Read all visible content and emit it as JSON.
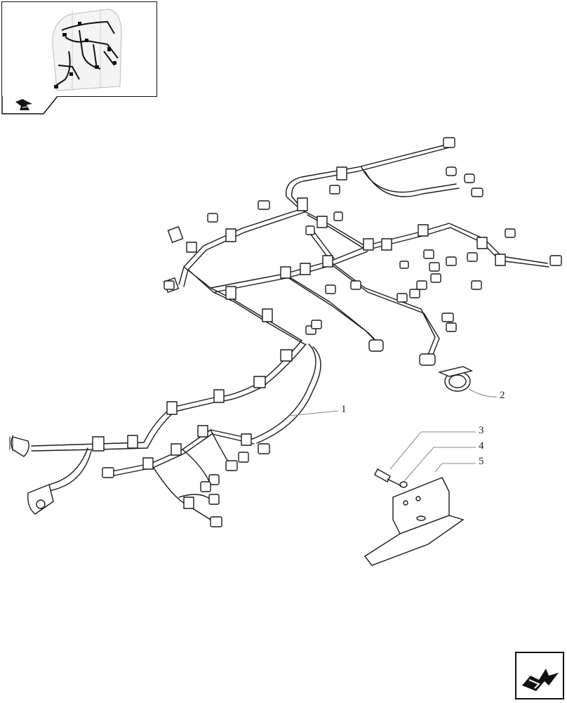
{
  "callouts": [
    {
      "label": "1"
    },
    {
      "label": "2"
    },
    {
      "label": "3"
    },
    {
      "label": "4"
    },
    {
      "label": "5"
    }
  ],
  "icons": {
    "thumbnail": "tractor-cab-wiring-thumbnail",
    "tab": "previous-page-arrow-icon",
    "corner": "next-page-arrow-icon"
  },
  "colors": {
    "line": "#1a1a1a",
    "leader": "#888888"
  }
}
